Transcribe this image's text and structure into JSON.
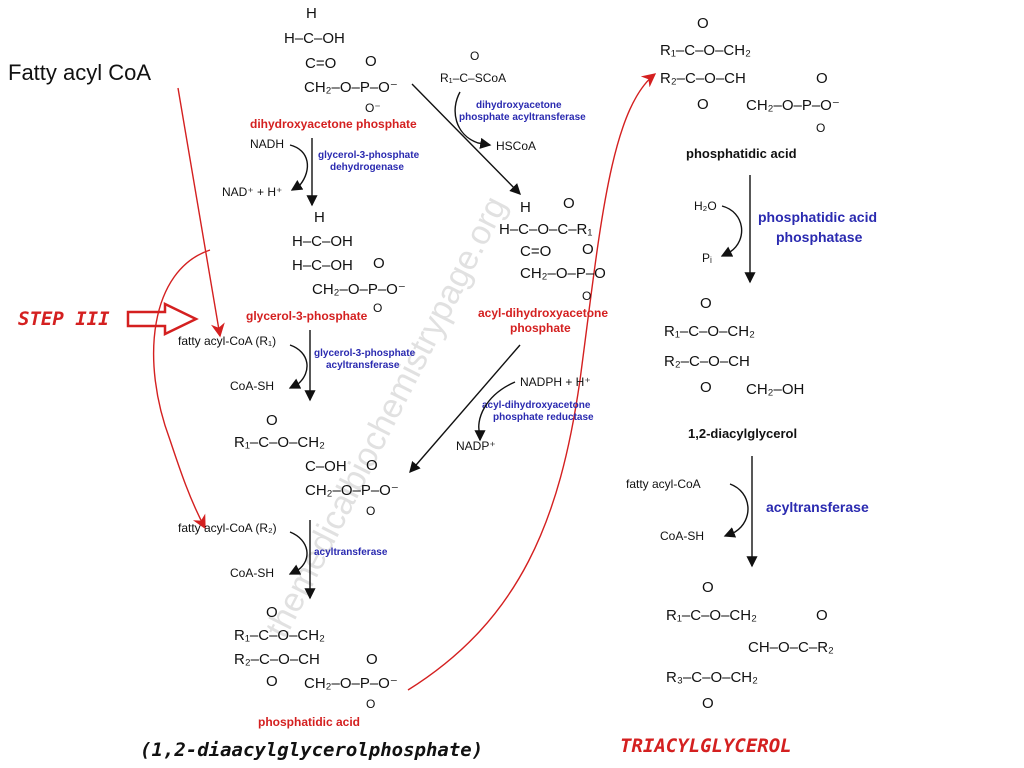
{
  "title": "Fatty acyl CoA",
  "step_label": "STEP III",
  "watermark": "themedicalbiochemistrypage.org",
  "left": {
    "s1": {
      "r1": "H",
      "r2": "H–C–OH",
      "r3": "C=O",
      "r4": "CH₂–O–P–O⁻",
      "o_top": "O",
      "o_bot": "O⁻",
      "name": "dihydroxyacetone phosphate"
    },
    "e1": {
      "in": "NADH",
      "out": "NAD⁺ + H⁺",
      "enzyme_1": "glycerol-3-phosphate",
      "enzyme_2": "dehydrogenase"
    },
    "s2": {
      "r1": "H",
      "r2": "H–C–OH",
      "r3": "H–C–OH",
      "r4": "CH₂–O–P–O⁻",
      "o_top": "O",
      "o_bot": "O",
      "name": "glycerol-3-phosphate"
    },
    "e2": {
      "in": "fatty acyl-CoA (R₁)",
      "out": "CoA-SH",
      "enzyme_1": "glycerol-3-phosphate",
      "enzyme_2": "acyltransferase"
    },
    "s3": {
      "r1": "R₁–C–O–CH₂",
      "r2": "C–OH",
      "r3": "CH₂–O–P–O⁻",
      "o_c": "O",
      "o_top": "O",
      "o_bot": "O"
    },
    "e3": {
      "in": "fatty acyl-CoA (R₂)",
      "out": "CoA-SH",
      "enzyme_1": "acyltransferase"
    },
    "s4": {
      "r1": "R₁–C–O–CH₂",
      "r2": "R₂–C–O–CH",
      "r3": "CH₂–O–P–O⁻",
      "o_c1": "O",
      "o_c2": "O",
      "o_top": "O",
      "o_bot": "O",
      "name": "phosphatidic acid"
    },
    "subtitle": "(1,2-diaacylglycerolphosphate)"
  },
  "middle": {
    "donor": {
      "text": "R₁–C–SCoA",
      "o": "O"
    },
    "e1": {
      "enzyme_1": "dihydroxyacetone",
      "enzyme_2": "phosphate acyltransferase",
      "out": "HSCoA"
    },
    "s1": {
      "r1": "H",
      "r2": "H–C–O–C–R₁",
      "r3": "C=O",
      "r4": "CH₂–O–P–O",
      "o_c": "O",
      "o_top": "O",
      "o_bot": "O",
      "name_1": "acyl-dihydroxyacetone",
      "name_2": "phosphate"
    },
    "e2": {
      "in": "NADPH + H⁺",
      "out": "NADP⁺",
      "enzyme_1": "acyl-dihydroxyacetone",
      "enzyme_2": "phosphate reductase"
    }
  },
  "right": {
    "s1": {
      "r1": "R₁–C–O–CH₂",
      "r2": "R₂–C–O–CH",
      "r3": "CH₂–O–P–O⁻",
      "o_c1": "O",
      "o_c2": "O",
      "o_top": "O",
      "o_bot": "O",
      "name": "phosphatidic acid"
    },
    "e1": {
      "in": "H₂O",
      "out": "Pᵢ",
      "enzyme_1": "phosphatidic acid",
      "enzyme_2": "phosphatase"
    },
    "s2": {
      "r1": "R₁–C–O–CH₂",
      "r2": "R₂–C–O–CH",
      "r3": "CH₂–OH",
      "o_c1": "O",
      "o_c2": "O",
      "name": "1,2-diacylglycerol"
    },
    "e2": {
      "in": "fatty acyl-CoA",
      "out": "CoA-SH",
      "enzyme_1": "acyltransferase"
    },
    "s3": {
      "r1": "R₁–C–O–CH₂",
      "r2": "CH–O–C–R₂",
      "r3": "R₃–C–O–CH₂",
      "o_c1": "O",
      "o_c2": "O",
      "o_c3": "O",
      "name": "TRIACYLGLYCEROL"
    }
  },
  "colors": {
    "red": "#d42020",
    "blue": "#2a2ab0",
    "black": "#111111"
  }
}
